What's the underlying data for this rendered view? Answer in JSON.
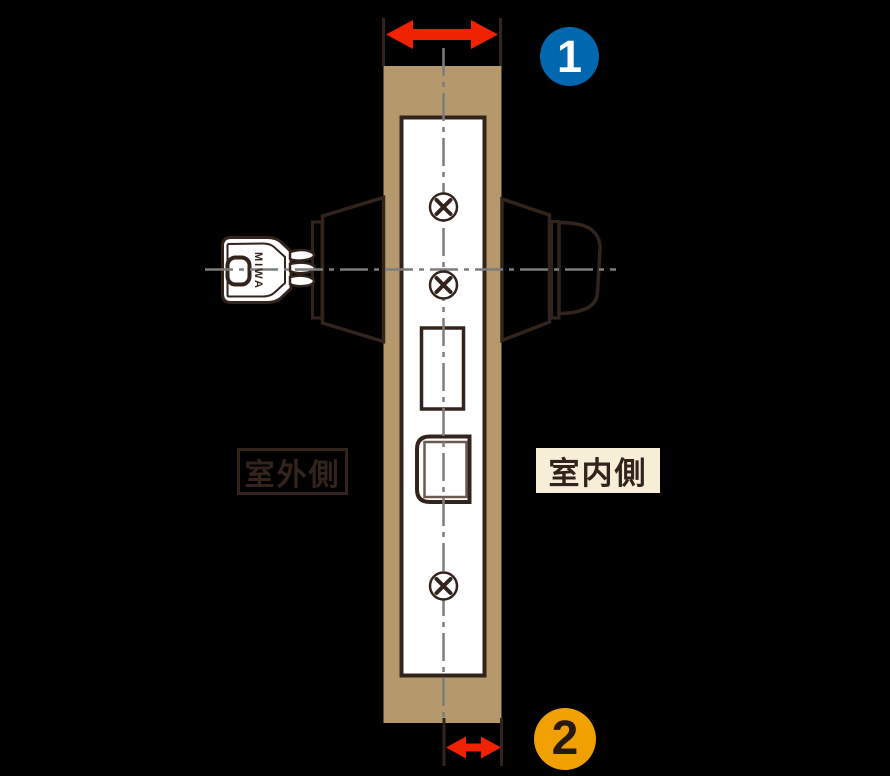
{
  "diagram": {
    "type": "door-lock-cross-section",
    "labels": {
      "outdoor_side": "室外側",
      "indoor_side": "室内側"
    },
    "markers": {
      "marker1": "1",
      "marker2": "2"
    },
    "key": {
      "brand": "MIWA"
    },
    "icons": {
      "marker1": "numbered-circle-1-badge",
      "marker2": "numbered-circle-2-badge",
      "screw": "phillips-screw-icon",
      "arrow_top": "double-headed-arrow-icon",
      "arrow_bottom": "double-headed-arrow-icon"
    },
    "colors": {
      "background": "#000000",
      "door_wood": "#b5996d",
      "outline_dark": "#32231c",
      "centerline_gray": "#7d7d7d",
      "arrow_red": "#ef2201",
      "marker1_blue": "#0168b0",
      "marker1_text": "#ffffff",
      "marker2_orange": "#f0a101",
      "marker2_text": "#27190d",
      "indoor_label_cream": "#f7eed8",
      "faceplate_white": "#ffffff"
    }
  }
}
